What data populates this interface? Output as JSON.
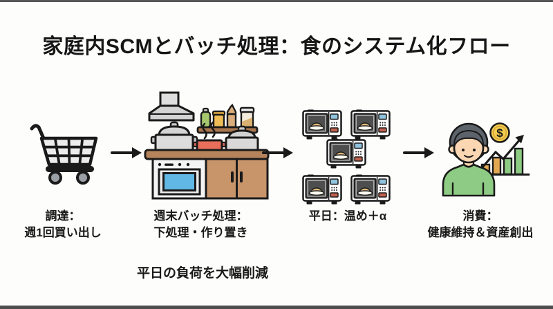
{
  "title": "家庭内SCMとバッチ処理：食のシステム化フロー",
  "flow": {
    "stages": [
      {
        "icon": "shopping-cart",
        "label_line1": "調達：",
        "label_line2": "週1回買い出し"
      },
      {
        "icon": "kitchen-stove",
        "label_line1": "週末バッチ処理：",
        "label_line2": "下処理・作り置き"
      },
      {
        "icon": "microwave-grid",
        "microwave_count": 5,
        "label_line1": "平日：温め＋α"
      },
      {
        "icon": "person-asset-growth",
        "coin_symbol": "$",
        "label_line1": "消費：",
        "label_line2": "健康維持＆資産創出"
      }
    ],
    "note": "平日の負荷を大幅削減"
  },
  "colors": {
    "text": "#1a1a1a",
    "background": "#fdfdfc",
    "edge_band": "#3a3a3a",
    "outline": "#1a1a1a",
    "cart_gray": "#ececec",
    "wheel_gray": "#9aa0a6",
    "hood_gray": "#dedede",
    "shelf_brown": "#a9764e",
    "jar_green": "#a6c76d",
    "jar_amber": "#eebd55",
    "jar_tan": "#d9ad7c",
    "pot_gray": "#dcdcdc",
    "pot_red": "#e96e5b",
    "counter_brown": "#b5845c",
    "cabinet_tan": "#c8946a",
    "oven_white": "#f4f4f4",
    "oven_window_blue": "#62b8e4",
    "microwave_door_gray": "#4e4e4e",
    "microwave_display_blue": "#8fc3dd",
    "microwave_button_red": "#c0604e",
    "food_tan": "#e4bd7e",
    "plate_white": "#fdfaf2",
    "hair_gray": "#5c636b",
    "skin": "#fad6b2",
    "shirt_green": "#8ecb84",
    "coin_gold": "#f3cd4e",
    "coin_ring": "#d9a83c",
    "bar_orange": "#e2a852",
    "bar_green": "#8ecb84"
  }
}
